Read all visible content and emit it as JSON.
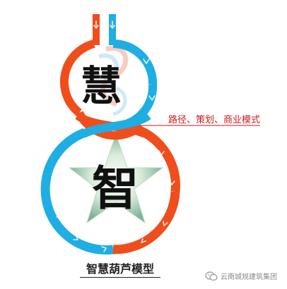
{
  "diagram": {
    "top_character": "慧",
    "bottom_character": "智",
    "annotation": "路径、策划、商业模式",
    "title": "智慧葫芦模型"
  },
  "watermark": {
    "icon": "wechat-icon",
    "text": "云南城规建筑集团"
  },
  "colors": {
    "orange_loop": "#ef4e1c",
    "blue_loop": "#1eaee3",
    "annotation_red": "#d01818",
    "star_green": "#8fbfa0"
  }
}
